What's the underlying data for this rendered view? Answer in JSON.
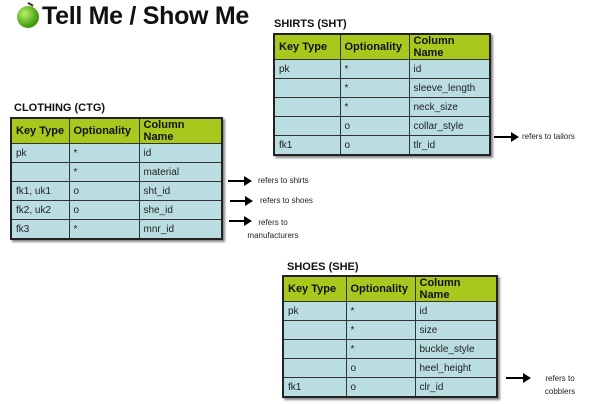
{
  "title": "Tell Me / Show Me",
  "tables": {
    "clothing": {
      "name": "CLOTHING (CTG)",
      "headers": [
        "Key Type",
        "Optionality",
        "Column Name"
      ],
      "rows": [
        [
          "pk",
          "*",
          "id"
        ],
        [
          "",
          "*",
          " material"
        ],
        [
          "fk1, uk1",
          "o",
          "sht_id"
        ],
        [
          "fk2, uk2",
          "o",
          "she_id"
        ],
        [
          "fk3",
          "*",
          "mnr_id"
        ]
      ]
    },
    "shirts": {
      "name": "SHIRTS (SHT)",
      "headers": [
        "Key Type",
        "Optionality",
        "Column Name"
      ],
      "rows": [
        [
          "pk",
          "*",
          "id"
        ],
        [
          "",
          "*",
          "sleeve_length"
        ],
        [
          "",
          "*",
          "neck_size"
        ],
        [
          "",
          "o",
          "collar_style"
        ],
        [
          "fk1",
          "o",
          "tlr_id"
        ]
      ]
    },
    "shoes": {
      "name": "SHOES (SHE)",
      "headers": [
        "Key Type",
        "Optionality",
        "Column Name"
      ],
      "rows": [
        [
          "pk",
          "*",
          "id"
        ],
        [
          "",
          "*",
          "size"
        ],
        [
          "",
          "*",
          "buckle_style"
        ],
        [
          "",
          "o",
          "heel_height"
        ],
        [
          "fk1",
          "o",
          "clr_id"
        ]
      ]
    }
  },
  "references": {
    "shirts": "refers to shirts",
    "shoes": "refers to shoes",
    "manufacturers": "refers to manufacturers",
    "tailors": "refers to tailors",
    "cobblers": "refers to cobblers"
  }
}
